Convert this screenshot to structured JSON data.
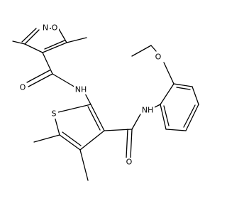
{
  "structure": {
    "atoms": [
      {
        "id": "N_isox",
        "label": "N"
      },
      {
        "id": "O_isox",
        "label": "O"
      },
      {
        "id": "O_amide1",
        "label": "O"
      },
      {
        "id": "NH_1",
        "label": "NH"
      },
      {
        "id": "O_methoxy",
        "label": "O"
      },
      {
        "id": "S_thio",
        "label": "S"
      },
      {
        "id": "NH_2",
        "label": "NH"
      },
      {
        "id": "O_amide2",
        "label": "O"
      }
    ]
  }
}
